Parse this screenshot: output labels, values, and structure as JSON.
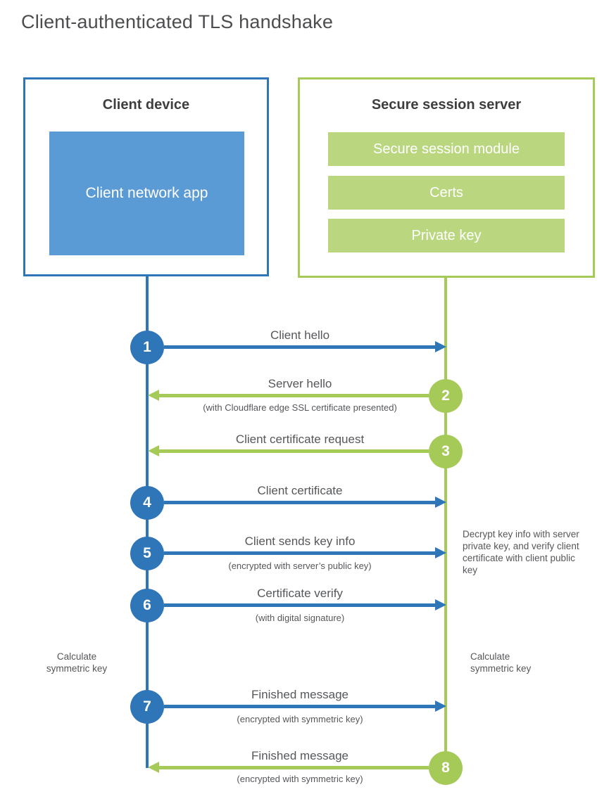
{
  "title": "Client-authenticated TLS handshake",
  "client_box": {
    "title": "Client device",
    "app_label": "Client network app"
  },
  "server_box": {
    "title": "Secure session server",
    "modules": [
      "Secure session module",
      "Certs",
      "Private key"
    ]
  },
  "steps": [
    {
      "number": "1",
      "from": "client",
      "direction": "to-server",
      "label": "Client hello"
    },
    {
      "number": "2",
      "from": "server",
      "direction": "to-client",
      "label": "Server hello",
      "sublabel": "(with Cloudflare edge SSL certificate presented)"
    },
    {
      "number": "3",
      "from": "server",
      "direction": "to-client",
      "label": "Client certificate request"
    },
    {
      "number": "4",
      "from": "client",
      "direction": "to-server",
      "label": "Client certificate"
    },
    {
      "number": "5",
      "from": "client",
      "direction": "to-server",
      "label": "Client sends key info",
      "sublabel": "(encrypted with server’s public key)"
    },
    {
      "number": "6",
      "from": "client",
      "direction": "to-server",
      "label": "Certificate verify",
      "sublabel": "(with digital signature)"
    },
    {
      "number": "7",
      "from": "client",
      "direction": "to-server",
      "label": "Finished message",
      "sublabel": "(encrypted with symmetric key)"
    },
    {
      "number": "8",
      "from": "server",
      "direction": "to-client",
      "label": "Finished message",
      "sublabel": "(encrypted with symmetric key)"
    }
  ],
  "annotations": {
    "decrypt_note": "Decrypt key info with server private key, and verify client certificate with client public key",
    "calculate_left": "Calculate symmetric key",
    "calculate_right": "Calculate symmetric key"
  },
  "colors": {
    "client_blue": "#2e76b8",
    "client_blue_light": "#5b9bd5",
    "server_green": "#a6ca57",
    "server_green_light": "#bad780"
  }
}
